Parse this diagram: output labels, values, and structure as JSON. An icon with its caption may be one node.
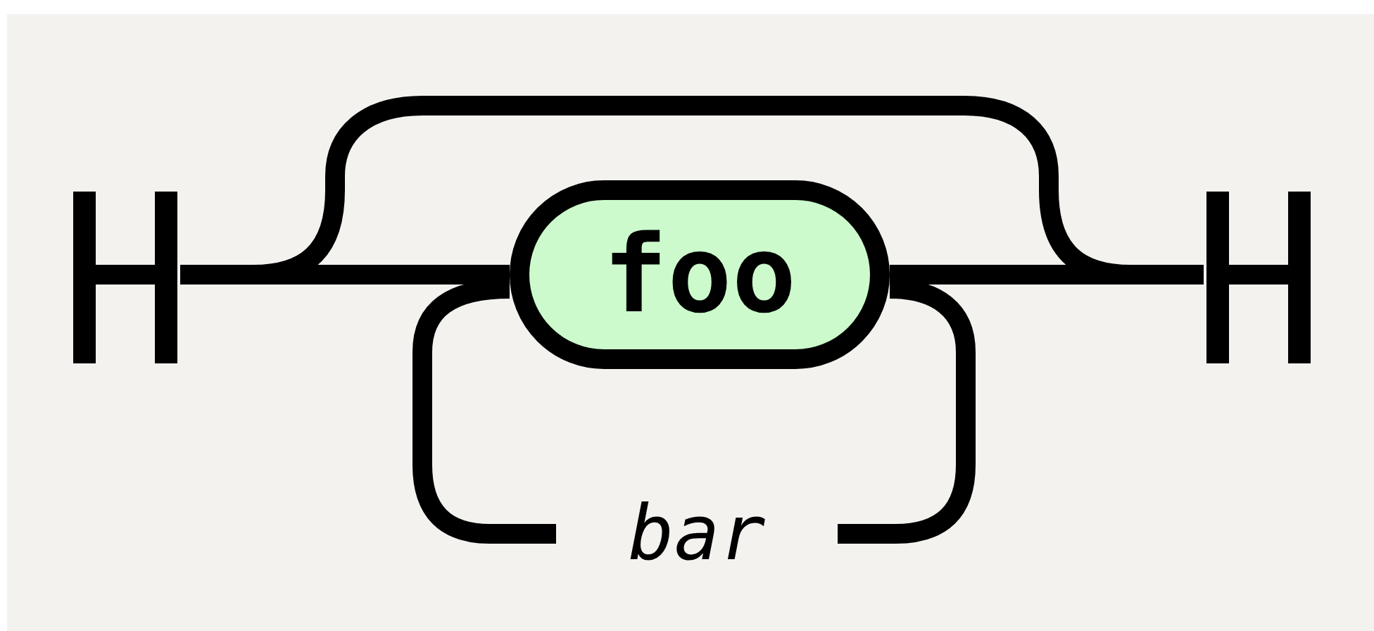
{
  "diagram": {
    "nodes": [
      {
        "text": [],
        "shape": "bar"
      },
      {
        "text": [
          "foo"
        ]
      },
      {
        "text": [
          "bar"
        ]
      },
      {
        "text": [],
        "shape": "bar"
      }
    ],
    "edges": [
      {
        "from": 0,
        "to": 1,
        "arrow": "none"
      },
      {
        "from": 1,
        "to": 3,
        "arrow": "none"
      },
      {
        "from": 0,
        "to": 3,
        "arrow": "none"
      },
      {
        "from": 1,
        "to": 2,
        "arrow": "none"
      },
      {
        "from": 2,
        "to": 1,
        "arrow": "none"
      }
    ]
  }
}
